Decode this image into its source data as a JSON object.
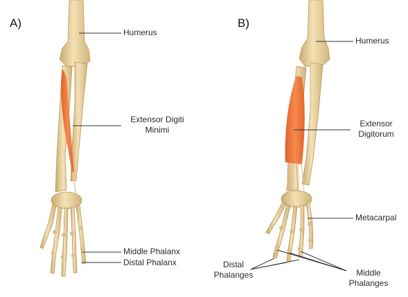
{
  "panels": [
    {
      "letter": "A)"
    },
    {
      "letter": "B)"
    }
  ],
  "labels_a": {
    "humerus": "Humerus",
    "extensor_line1": "Extensor Digiti",
    "extensor_line2": "Minimi",
    "middle_phalanx": "Middle Phalanx",
    "distal_phalanx": "Distal Phalanx"
  },
  "labels_b": {
    "humerus": "Humerus",
    "extensor_line1": "Extensor",
    "extensor_line2": "Digitorum",
    "metacarpal": "Metacarpal",
    "distal_line1": "Distal",
    "distal_line2": "Phalanges",
    "middle_line1": "Middle",
    "middle_line2": "Phalanges"
  },
  "colors": {
    "bone": "#e9d3a0",
    "bone_shade": "#c9ab6e",
    "muscle": "#f07a3c",
    "leader": "#333333"
  }
}
